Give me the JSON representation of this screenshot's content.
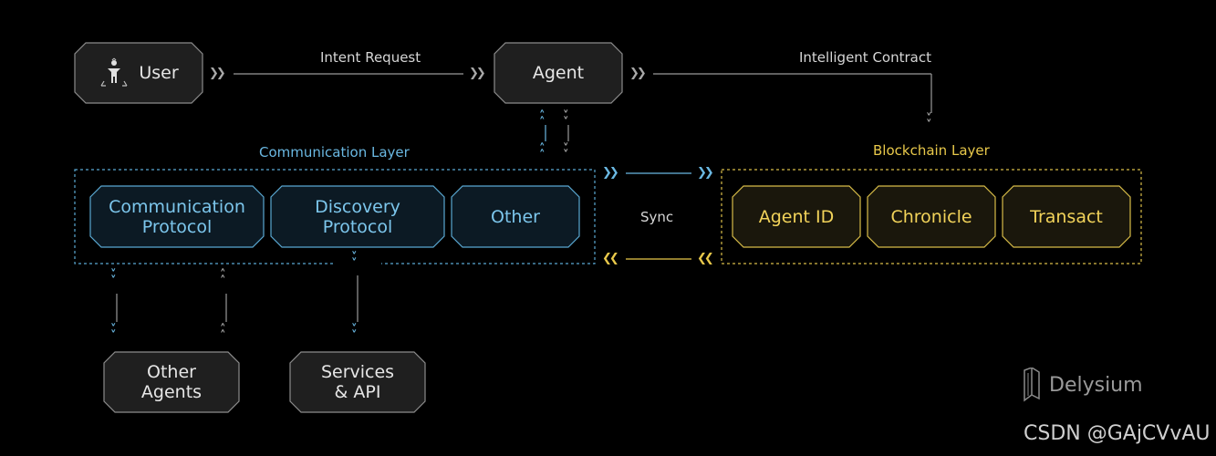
{
  "nodes": {
    "user": "User",
    "agent": "Agent",
    "communication_protocol": "Communication\nProtocol",
    "discovery_protocol": "Discovery\nProtocol",
    "other": "Other",
    "agent_id": "Agent ID",
    "chronicle": "Chronicle",
    "transact": "Transact",
    "other_agents": "Other\nAgents",
    "services_api": "Services\n& API"
  },
  "edges": {
    "intent_request": "Intent Request",
    "intelligent_contract": "Intelligent Contract",
    "sync": "Sync"
  },
  "layers": {
    "communication": "Communication Layer",
    "blockchain": "Blockchain Layer"
  },
  "brand": {
    "name": "Delysium"
  },
  "watermark": "CSDN @GAjCVvAU",
  "icons": [
    "user-icon",
    "delysium-logo-icon",
    "chevron-right-icon",
    "chevron-left-icon",
    "chevron-up-icon",
    "chevron-down-icon"
  ],
  "colors": {
    "background": "#000000",
    "node_gray_fill": "#202020",
    "communication_blue": "#6ab8e2",
    "blockchain_gold": "#e8c84a"
  }
}
